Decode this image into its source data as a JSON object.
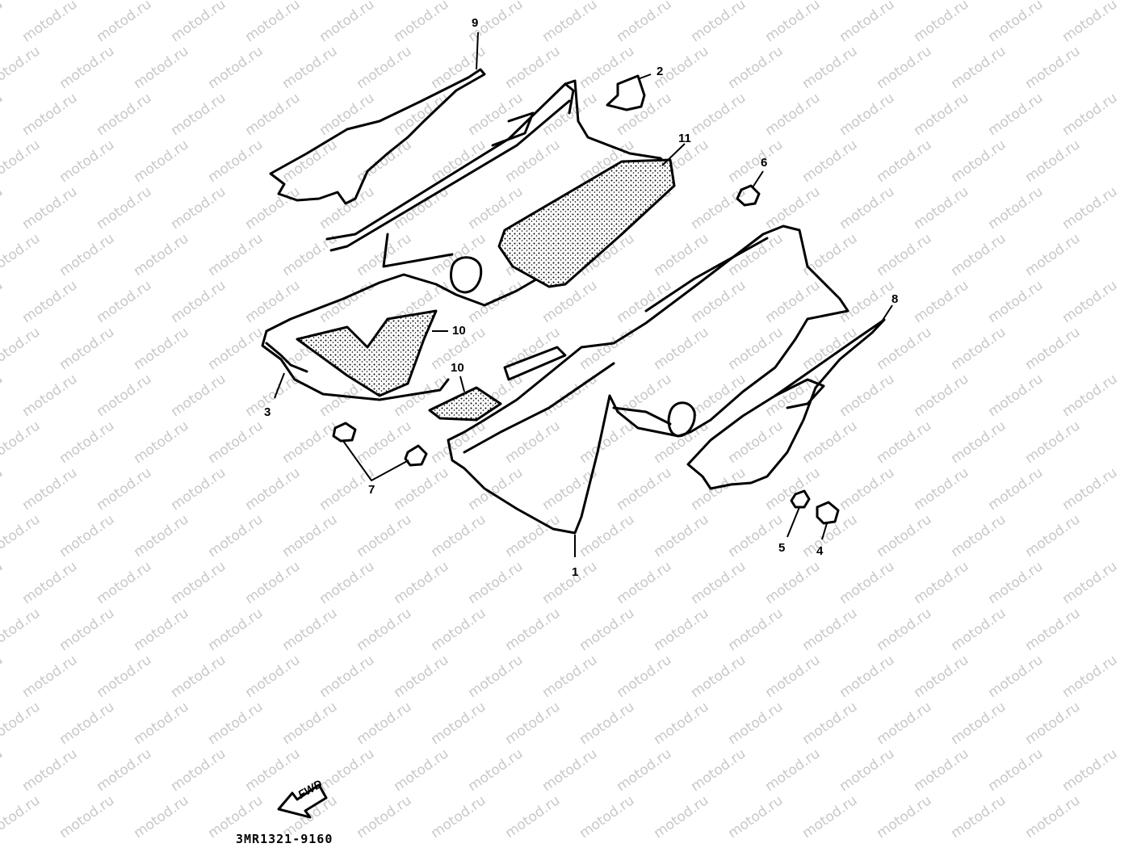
{
  "watermark": {
    "text": "motod.ru",
    "color": "#c8c8c8"
  },
  "callouts": [
    "9",
    "2",
    "11",
    "6",
    "8",
    "10",
    "10",
    "3",
    "7",
    "1",
    "5",
    "4"
  ],
  "fwd_label": "FWD",
  "diagram_code": "3MR1321-9160",
  "colors": {
    "line": "#000000",
    "foam": "#000000",
    "background": "#ffffff"
  }
}
